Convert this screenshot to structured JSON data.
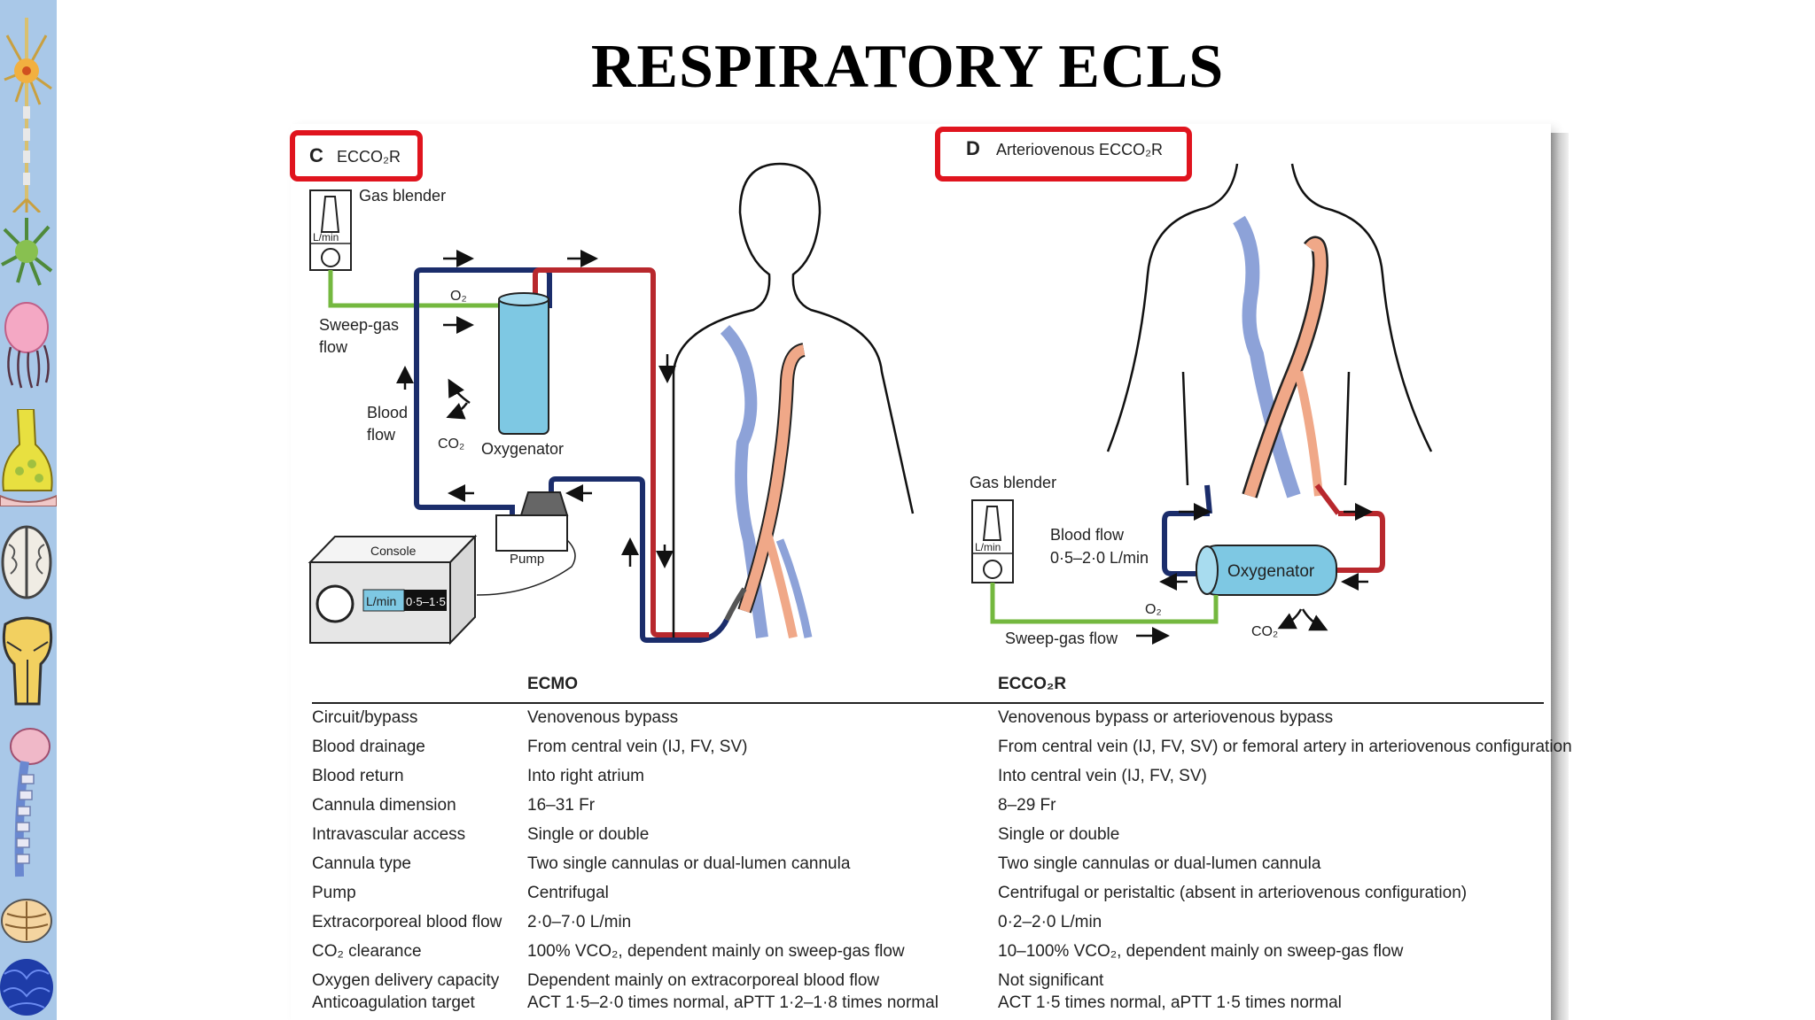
{
  "slide": {
    "title": "RESPIRATORY ECLS"
  },
  "panel_c": {
    "letter": "C",
    "label": "ECCO₂R",
    "gas_blender": "Gas blender",
    "lmin": "L/min",
    "sweep_gas_flow_1": "Sweep-gas",
    "sweep_gas_flow_2": "flow",
    "o2": "O₂",
    "co2": "CO₂",
    "blood_flow_1": "Blood",
    "blood_flow_2": "flow",
    "oxygenator": "Oxygenator",
    "console": "Console",
    "pump": "Pump",
    "console_unit": "L/min",
    "console_value": "0·5–1·5"
  },
  "panel_d": {
    "letter": "D",
    "label": "Arteriovenous ECCO₂R",
    "gas_blender": "Gas blender",
    "lmin": "L/min",
    "blood_flow_label": "Blood flow",
    "blood_flow_value": "0·5–2·0 L/min",
    "oxygenator": "Oxygenator",
    "o2": "O₂",
    "co2": "CO₂",
    "sweep_gas_flow": "Sweep-gas flow"
  },
  "table": {
    "headers": [
      "",
      "ECMO",
      "ECCO₂R"
    ],
    "rows": [
      [
        "Circuit/bypass",
        "Venovenous bypass",
        "Venovenous bypass or arteriovenous bypass"
      ],
      [
        "Blood drainage",
        "From central vein (IJ, FV, SV)",
        "From central vein (IJ, FV, SV) or femoral artery in arteriovenous configuration"
      ],
      [
        "Blood return",
        "Into right atrium",
        "Into central vein (IJ, FV, SV)"
      ],
      [
        "Cannula dimension",
        "16–31 Fr",
        "8–29 Fr"
      ],
      [
        "Intravascular access",
        "Single or double",
        "Single or double"
      ],
      [
        "Cannula type",
        "Two single cannulas or dual-lumen cannula",
        "Two single cannulas or dual-lumen cannula"
      ],
      [
        "Pump",
        "Centrifugal",
        "Centrifugal or peristaltic (absent in arteriovenous configuration)"
      ],
      [
        "Extracorporeal blood flow",
        "2·0–7·0 L/min",
        "0·2–2·0 L/min"
      ],
      [
        "CO₂ clearance",
        "100% VCO₂, dependent mainly on sweep-gas flow",
        "10–100% VCO₂, dependent mainly on sweep-gas flow"
      ],
      [
        "Oxygen delivery capacity",
        "Dependent mainly on extracorporeal blood flow",
        "Not significant"
      ],
      [
        "Anticoagulation target",
        "ACT 1·5–2·0 times normal, aPTT 1·2–1·8 times normal",
        "ACT 1·5 times normal, aPTT 1·5 times normal"
      ]
    ]
  },
  "colors": {
    "sidebar": "#a9c8e8",
    "highlight": "#e0141e",
    "venous": "#1b2d6b",
    "arterial": "#b8282d",
    "sweep_gas": "#74b83f",
    "oxygenator": "#7ec8e3"
  },
  "icons": [
    "neuron-icon",
    "astrocyte-icon",
    "jellyfish-icon",
    "synapse-icon",
    "brain-top-icon",
    "brainstem-icon",
    "spinal-cord-icon",
    "cerebellum-icon",
    "brain-tissue-icon"
  ]
}
